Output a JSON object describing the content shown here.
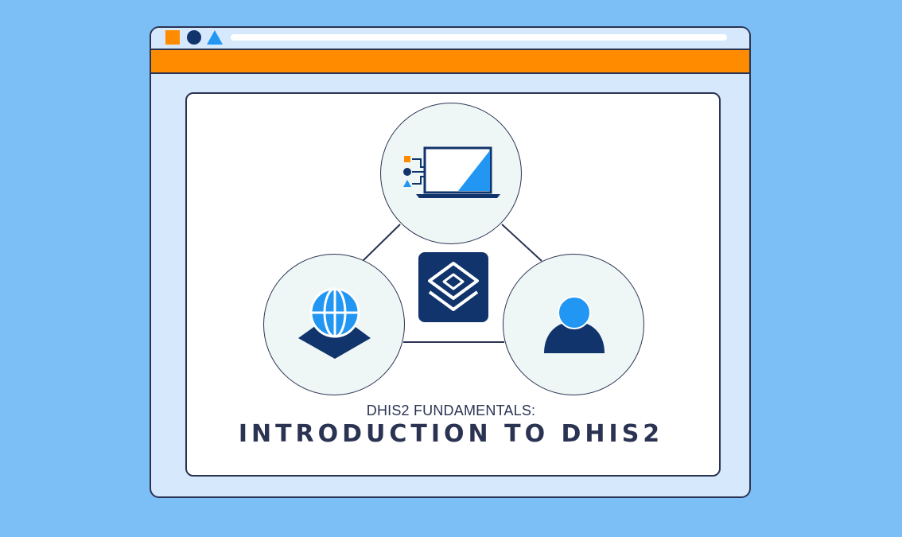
{
  "window": {
    "controls": [
      "orange-square",
      "navy-circle",
      "blue-triangle"
    ],
    "accent_color": "#ff8c00"
  },
  "illustration": {
    "top_icon": "laptop-data-flow-icon",
    "left_icon": "globe-on-map-icon",
    "right_icon": "user-icon",
    "center_icon": "dhis2-layers-logo"
  },
  "text": {
    "subtitle": "DHIS2 FUNDAMENTALS:",
    "title": "INTRODUCTION TO DHIS2"
  },
  "colors": {
    "background": "#7cbff7",
    "window": "#d6e9fc",
    "navy": "#10346b",
    "blue": "#2196f3",
    "orange": "#ff8c00",
    "node_fill": "#eef6f6",
    "outline": "#2b3352"
  }
}
